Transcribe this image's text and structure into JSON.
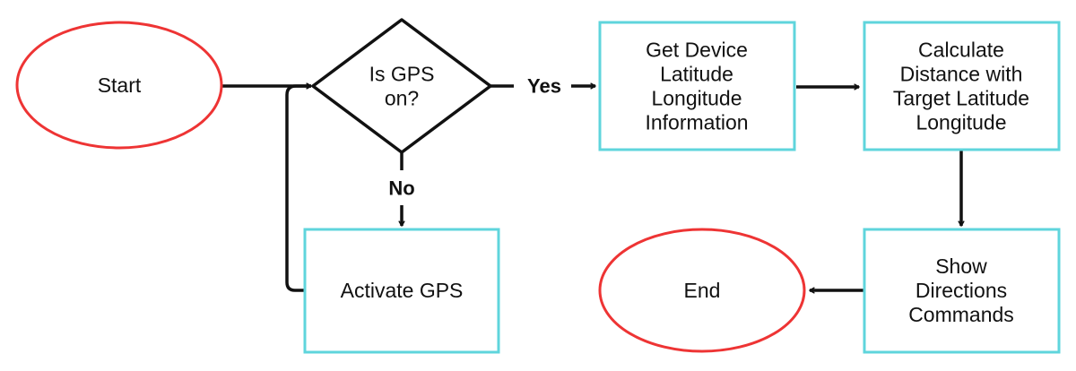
{
  "diagram": {
    "colors": {
      "terminal_stroke": "#ee3434",
      "process_stroke": "#5fd5dc",
      "decision_stroke": "#111111",
      "edge": "#111111"
    },
    "nodes": {
      "start": {
        "shape": "ellipse",
        "lines": [
          "Start"
        ]
      },
      "gps_check": {
        "shape": "diamond",
        "lines": [
          "Is GPS",
          "on?"
        ]
      },
      "get_location": {
        "shape": "rect",
        "lines": [
          "Get Device",
          "Latitude",
          "Longitude",
          "Information"
        ]
      },
      "calc_distance": {
        "shape": "rect",
        "lines": [
          "Calculate",
          "Distance with",
          "Target Latitude",
          "Longitude"
        ]
      },
      "activate_gps": {
        "shape": "rect",
        "lines": [
          "Activate GPS"
        ]
      },
      "show_directions": {
        "shape": "rect",
        "lines": [
          "Show",
          "Directions",
          "Commands"
        ]
      },
      "end": {
        "shape": "ellipse",
        "lines": [
          "End"
        ]
      }
    },
    "edges": {
      "start_to_check": {
        "from": "start",
        "to": "gps_check",
        "label": ""
      },
      "check_yes": {
        "from": "gps_check",
        "to": "get_location",
        "label": "Yes"
      },
      "check_no": {
        "from": "gps_check",
        "to": "activate_gps",
        "label": "No"
      },
      "activate_loop": {
        "from": "activate_gps",
        "to": "gps_check",
        "label": ""
      },
      "location_to_calc": {
        "from": "get_location",
        "to": "calc_distance",
        "label": ""
      },
      "calc_to_show": {
        "from": "calc_distance",
        "to": "show_directions",
        "label": ""
      },
      "show_to_end": {
        "from": "show_directions",
        "to": "end",
        "label": ""
      }
    }
  }
}
